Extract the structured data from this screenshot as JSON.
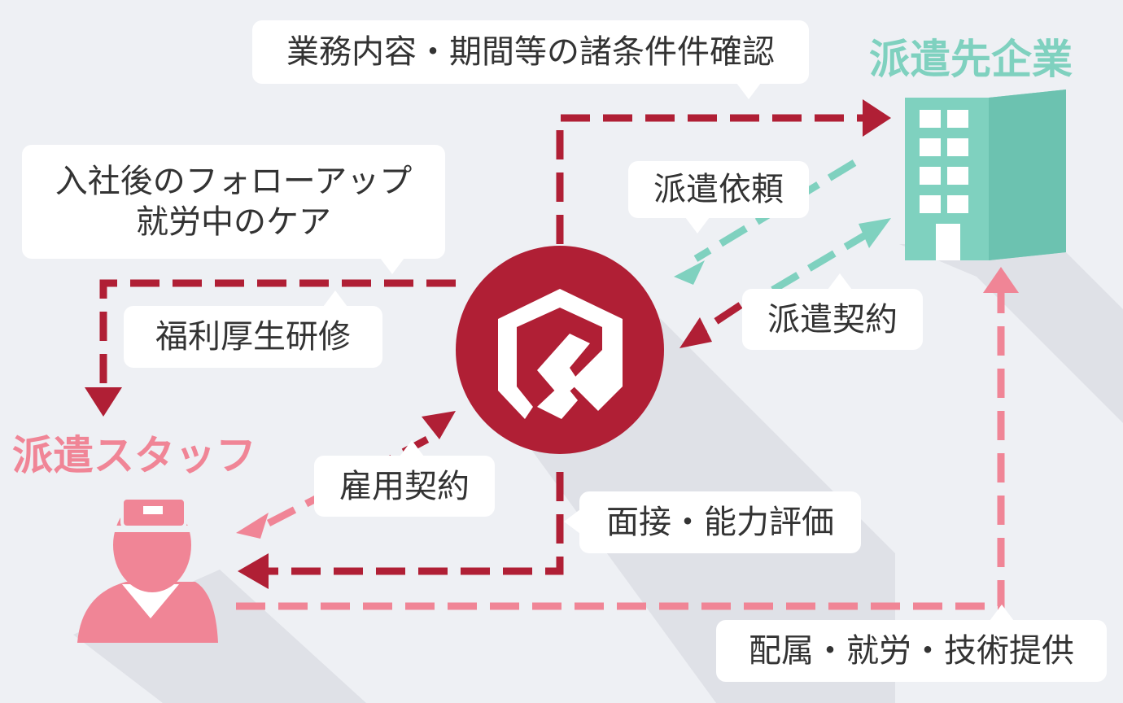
{
  "actors": {
    "client_company": {
      "label": "派遣先企業",
      "color": "#7fd1bf"
    },
    "staff": {
      "label": "派遣スタッフ",
      "color": "#f08596"
    },
    "agency": {
      "color": "#b01f35"
    }
  },
  "labels": {
    "conditions": "業務内容・期間等の諸条件件確認",
    "followup_line1": "入社後のフォローアップ",
    "followup_line2": "就労中のケア",
    "welfare": "福利厚生研修",
    "request": "派遣依頼",
    "dispatch_contract": "派遣契約",
    "employment_contract": "雇用契約",
    "interview": "面接・能力評価",
    "assignment": "配属・就労・技術提供"
  },
  "colors": {
    "background": "#eef0f4",
    "shadow": "#dfe1e7",
    "agency_red": "#b01f35",
    "teal": "#7fd1bf",
    "pink": "#f08596"
  },
  "icons": {
    "agency_logo": "agency-logo-icon",
    "building": "building-icon",
    "staff": "person-with-cap-icon"
  }
}
